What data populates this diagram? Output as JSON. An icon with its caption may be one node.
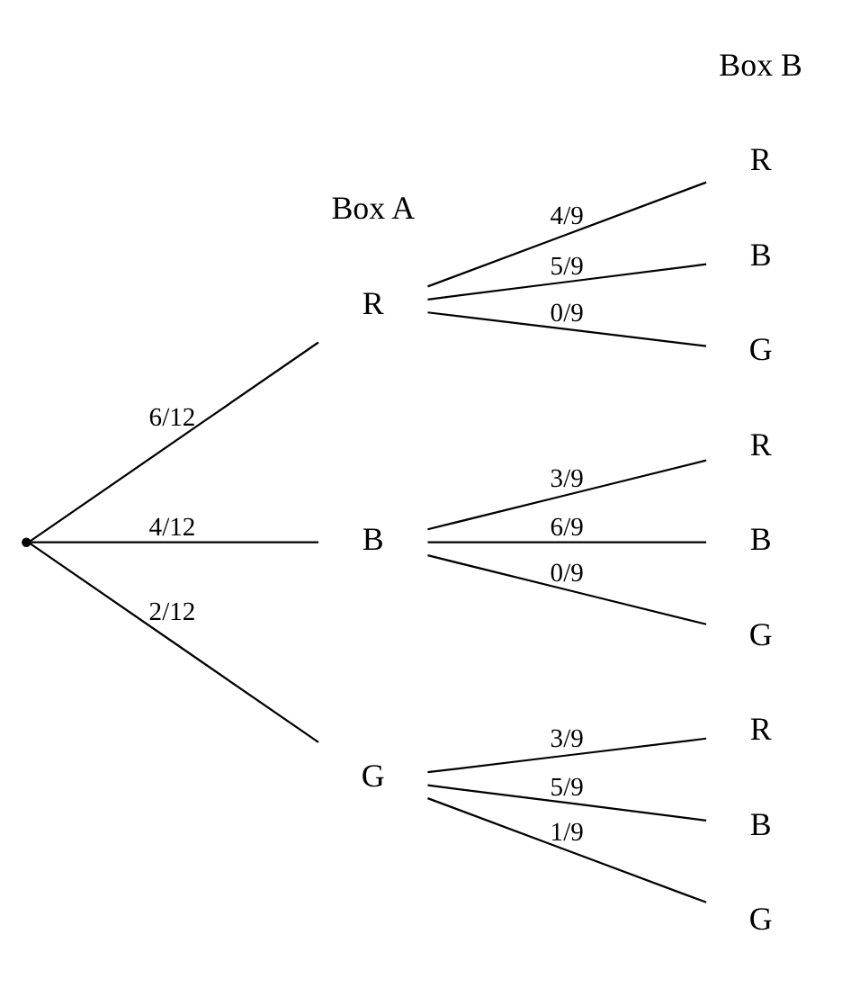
{
  "diagram": {
    "nodes": [
      {
        "text": [],
        "shape": "point"
      },
      {
        "text": [
          "R"
        ]
      },
      {
        "text": [
          "B"
        ]
      },
      {
        "text": [
          "G"
        ]
      },
      {
        "text": [
          "R"
        ]
      },
      {
        "text": [
          "B"
        ]
      },
      {
        "text": [
          "G"
        ]
      },
      {
        "text": [
          "R"
        ]
      },
      {
        "text": [
          "B"
        ]
      },
      {
        "text": [
          "G"
        ]
      },
      {
        "text": [
          "R"
        ]
      },
      {
        "text": [
          "B"
        ]
      },
      {
        "text": [
          "G"
        ]
      }
    ],
    "edges": [
      {
        "from": 0,
        "to": 1,
        "arrow": "none",
        "label": "6/12"
      },
      {
        "from": 0,
        "to": 2,
        "arrow": "none",
        "label": "4/12"
      },
      {
        "from": 0,
        "to": 3,
        "arrow": "none",
        "label": "2/12"
      },
      {
        "from": 1,
        "to": 4,
        "arrow": "none",
        "label": "4/9"
      },
      {
        "from": 1,
        "to": 5,
        "arrow": "none",
        "label": "5/9"
      },
      {
        "from": 1,
        "to": 6,
        "arrow": "none",
        "label": "0/9"
      },
      {
        "from": 2,
        "to": 7,
        "arrow": "none",
        "label": "3/9"
      },
      {
        "from": 2,
        "to": 8,
        "arrow": "none",
        "label": "6/9"
      },
      {
        "from": 2,
        "to": 9,
        "arrow": "none",
        "label": "0/9"
      },
      {
        "from": 3,
        "to": 10,
        "arrow": "none",
        "label": "3/9"
      },
      {
        "from": 3,
        "to": 11,
        "arrow": "none",
        "label": "5/9"
      },
      {
        "from": 3,
        "to": 12,
        "arrow": "none",
        "label": "1/9"
      }
    ],
    "labels": [
      "Box A",
      "Box B"
    ]
  }
}
